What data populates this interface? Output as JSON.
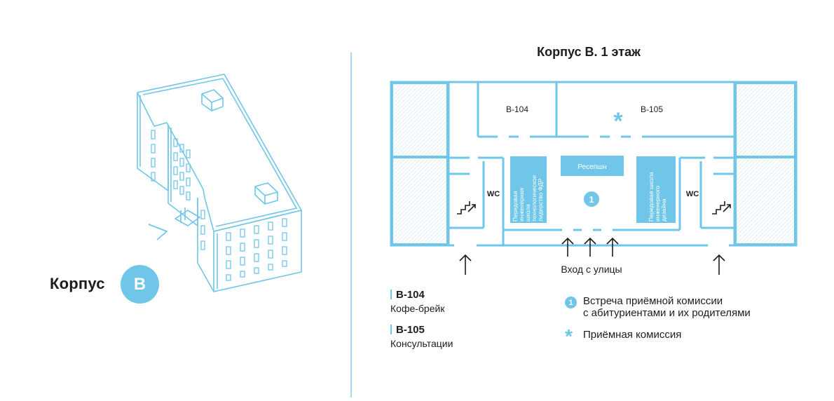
{
  "building": {
    "label": "Корпус",
    "letter": "B"
  },
  "floor_plan": {
    "title": "Корпус B. 1 этаж",
    "rooms": {
      "b104": "B-104",
      "b105": "B-105",
      "reception": "Ресепшн",
      "wc_left": "WC",
      "wc_right": "WC",
      "school_left": [
        "Передовая",
        "инженерная",
        "школа",
        "технологическое",
        "лидерство ФДР"
      ],
      "school_right": [
        "Передовая школа",
        "инженерного",
        "дизайна"
      ],
      "meeting_marker": "1"
    },
    "entrance_label": "Вход с улицы"
  },
  "legend": {
    "rooms": [
      {
        "code": "B-104",
        "description": "Кофе-брейк"
      },
      {
        "code": "B-105",
        "description": "Консультации"
      }
    ],
    "meeting": {
      "marker": "1",
      "text_line1": "Встреча приёмной комиссии",
      "text_line2": "с абитуриентами и их родителями"
    },
    "admissions": {
      "marker": "*",
      "text": "Приёмная комиссия"
    }
  },
  "colors": {
    "accent": "#6fc6e8",
    "line": "#6fc6e8",
    "text": "#1d1d1b"
  }
}
